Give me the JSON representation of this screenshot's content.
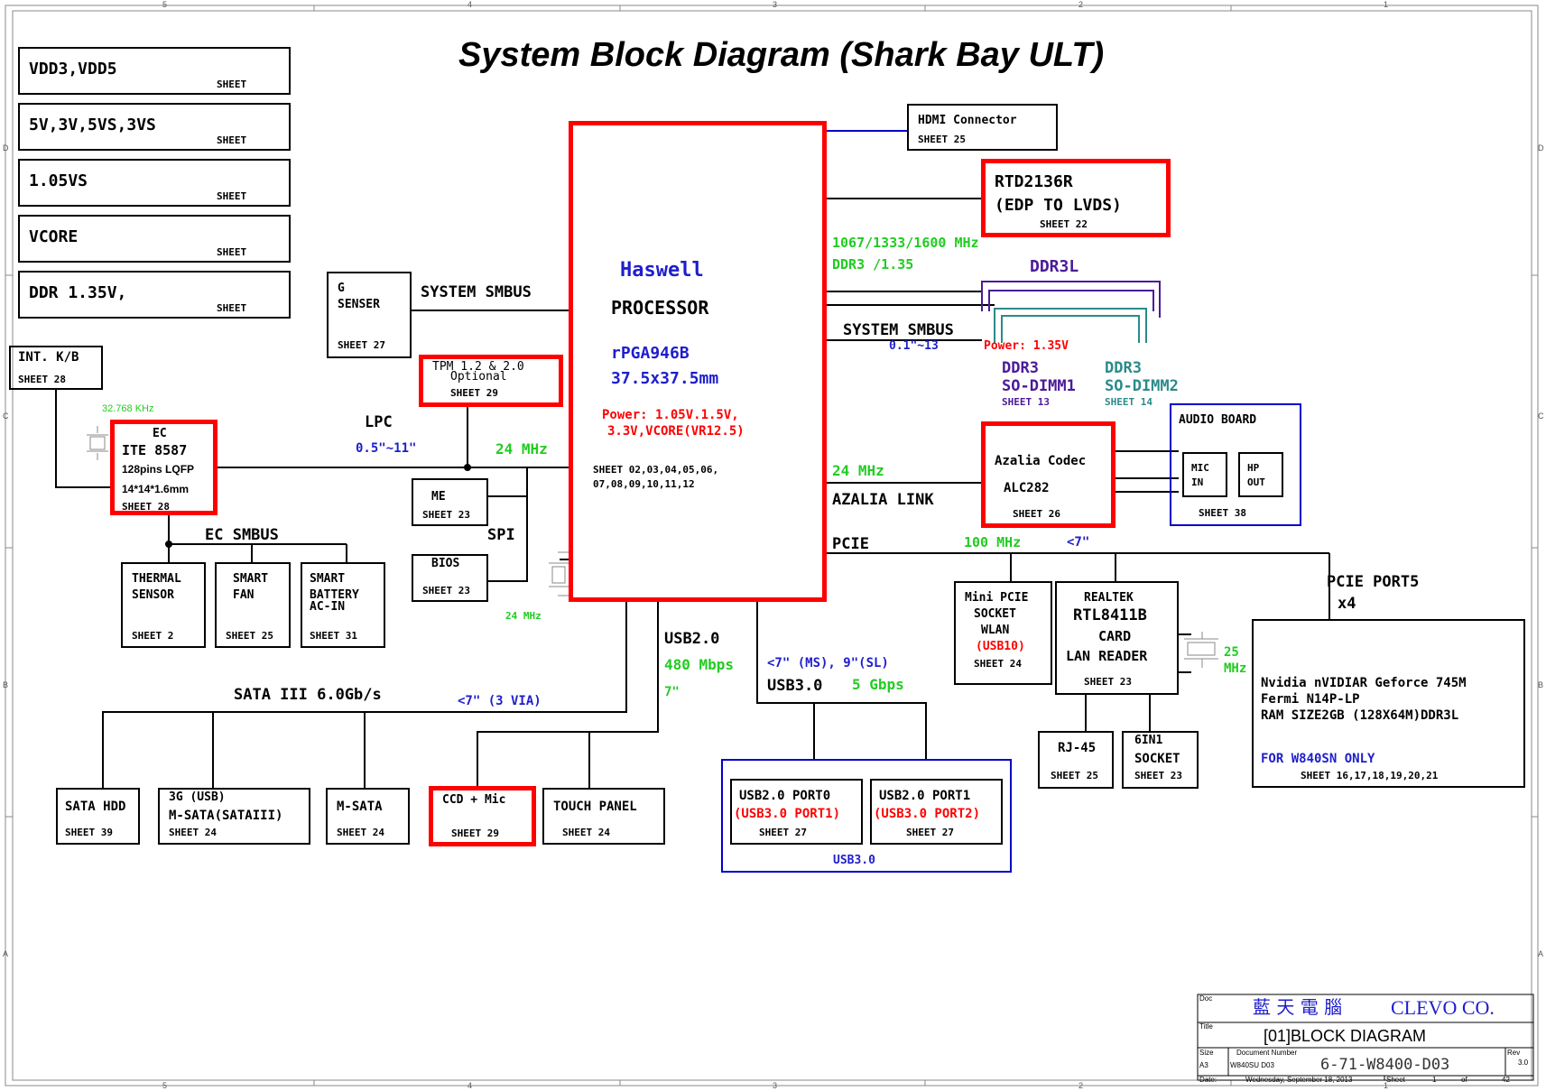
{
  "title": "System Block Diagram (Shark Bay ULT)",
  "border_marks": {
    "top": [
      "5",
      "4",
      "3",
      "2",
      "1"
    ],
    "bottom": [
      "5",
      "4",
      "3",
      "2",
      "1"
    ],
    "left": [
      "D",
      "C",
      "B",
      "A"
    ],
    "right": [
      "D",
      "C",
      "B",
      "A"
    ]
  },
  "power_sheets": [
    {
      "label": "VDD3,VDD5",
      "sheet": "SHEET"
    },
    {
      "label": "5V,3V,5VS,3VS",
      "sheet": "SHEET"
    },
    {
      "label": "1.05VS",
      "sheet": "SHEET"
    },
    {
      "label": "VCORE",
      "sheet": "SHEET"
    },
    {
      "label": "DDR 1.35V,",
      "sheet": "SHEET"
    }
  ],
  "kb": {
    "label": "INT. K/B",
    "sheet": "SHEET 28"
  },
  "g_sensor": {
    "line1": "G",
    "line2": "SENSER",
    "sheet": "SHEET 27"
  },
  "system_smbus_left": "SYSTEM SMBUS",
  "tpm": {
    "line1": "TPM 1.2 & 2.0",
    "line2": "Optional",
    "sheet": "SHEET 29"
  },
  "crystal_32k": "32.768 KHz",
  "ec": {
    "title": "EC",
    "name": "ITE 8587",
    "pkg": "128pins LQFP",
    "size": "14*14*1.6mm",
    "sheet": "SHEET 28"
  },
  "lpc": {
    "label": "LPC",
    "length": "0.5\"~11\"",
    "freq": "24 MHz"
  },
  "ec_smbus": "EC SMBUS",
  "thermal": {
    "line1": "THERMAL",
    "line2": "SENSOR",
    "sheet": "SHEET 2"
  },
  "fan": {
    "line1": "SMART",
    "line2": "FAN",
    "sheet": "SHEET 25"
  },
  "battery": {
    "line1": "SMART",
    "line2": "BATTERY",
    "line3": "AC-IN",
    "sheet": "SHEET 31"
  },
  "me": {
    "label": "ME",
    "sheet": "SHEET 23"
  },
  "bios": {
    "label": "BIOS",
    "sheet": "SHEET 23"
  },
  "spi": "SPI",
  "spi_freq": "24 MHz",
  "processor": {
    "family": "Haswell",
    "name": "PROCESSOR",
    "pkg": "rPGA946B",
    "size": "37.5x37.5mm",
    "power1": "Power: 1.05V.1.5V,",
    "power2": "3.3V,VCORE(VR12.5)",
    "sheets1": "SHEET 02,03,04,05,06,",
    "sheets2": "07,08,09,10,11,12"
  },
  "hdmi": {
    "label": "HDMI Connector",
    "sheet": "SHEET 25"
  },
  "rtd": {
    "line1": "RTD2136R",
    "line2": "(EDP TO LVDS)",
    "sheet": "SHEET 22"
  },
  "ddr": {
    "speed": "1067/1333/1600 MHz",
    "type": "DDR3 /1.35",
    "ddr3l": "DDR3L",
    "smbus": "SYSTEM SMBUS",
    "smbus_len": "0.1\"~13",
    "power": "Power: 1.35V",
    "dimm1_a": "DDR3",
    "dimm1_b": "SO-DIMM1",
    "dimm1_sheet": "SHEET 13",
    "dimm2_a": "DDR3",
    "dimm2_b": "SO-DIMM2",
    "dimm2_sheet": "SHEET 14"
  },
  "azalia": {
    "freq": "24 MHz",
    "link": "AZALIA LINK",
    "codec": "Azalia Codec",
    "chip": "ALC282",
    "sheet": "SHEET 26"
  },
  "audio_board": {
    "title": "AUDIO BOARD",
    "mic1": "MIC",
    "mic2": "IN",
    "hp1": "HP",
    "hp2": "OUT",
    "sheet": "SHEET 38"
  },
  "pcie": {
    "label": "PCIE",
    "freq": "100 MHz",
    "len": "<7\""
  },
  "minipcie": {
    "l1": "Mini PCIE",
    "l2": "SOCKET",
    "l3": "WLAN",
    "l4": "(USB10)",
    "sheet": "SHEET 24"
  },
  "realtek": {
    "l1": "REALTEK",
    "l2": "RTL8411B",
    "l3": "CARD",
    "l4": "LAN READER",
    "sheet": "SHEET 23"
  },
  "crystal_25": {
    "a": "25",
    "b": "MHz"
  },
  "pcie_port5": {
    "l1": "PCIE PORT5",
    "l2": "x4"
  },
  "nvidia": {
    "l1": "Nvidia nVIDIAR Geforce 745M",
    "l2": "Fermi N14P-LP",
    "l3": "RAM SIZE2GB (128X64M)DDR3L",
    "l4": "FOR W840SN ONLY",
    "sheet": "SHEET 16,17,18,19,20,21"
  },
  "rj45": {
    "label": "RJ-45",
    "sheet": "SHEET 25"
  },
  "sixin1": {
    "l1": "6IN1",
    "l2": "SOCKET",
    "sheet": "SHEET 23"
  },
  "usb2": {
    "label": "USB2.0",
    "speed": "480 Mbps",
    "len": "7\""
  },
  "usb3": {
    "len": "<7\" (MS), 9\"(SL)",
    "label": "USB3.0",
    "speed": "5 Gbps",
    "group": "USB3.0"
  },
  "usb_port0": {
    "l1": "USB2.0 PORT0",
    "l2": "(USB3.0 PORT1)",
    "sheet": "SHEET 27"
  },
  "usb_port1": {
    "l1": "USB2.0 PORT1",
    "l2": "(USB3.0 PORT2)",
    "sheet": "SHEET 27"
  },
  "sata": {
    "label": "SATA III 6.0Gb/s",
    "len": "<7\" (3 VIA)"
  },
  "sata_hdd": {
    "label": "SATA HDD",
    "sheet": "SHEET 39"
  },
  "msata3g": {
    "l1": "3G (USB)",
    "l2": "M-SATA(SATAIII)",
    "sheet": "SHEET 24"
  },
  "msata": {
    "label": "M-SATA",
    "sheet": "SHEET 24"
  },
  "ccd": {
    "label": "CCD + Mic",
    "sheet": "SHEET 29"
  },
  "touch": {
    "label": "TOUCH PANEL",
    "sheet": "SHEET 24"
  },
  "titleblock": {
    "doc_label": "Doc",
    "company_cn": "藍 天 電 腦",
    "company": "CLEVO CO.",
    "title_label": "Title",
    "title": "[01]BLOCK DIAGRAM",
    "size_label": "Size",
    "size": "A3",
    "docnum_label": "Document Number",
    "docnum": "W840SU D03",
    "part": "6-71-W8400-D03",
    "rev_label": "Rev",
    "rev": "3.0",
    "date_label": "Date:",
    "date": "Wednesday, September 18, 2013",
    "sheet_label": "Sheet",
    "sheet": "1",
    "of_label": "of",
    "total": "42"
  },
  "colors": {
    "red": "#ff0000",
    "blue": "#0000cc",
    "green": "#22cc22",
    "purple": "#4b1a9a",
    "teal": "#2c8a8a"
  }
}
